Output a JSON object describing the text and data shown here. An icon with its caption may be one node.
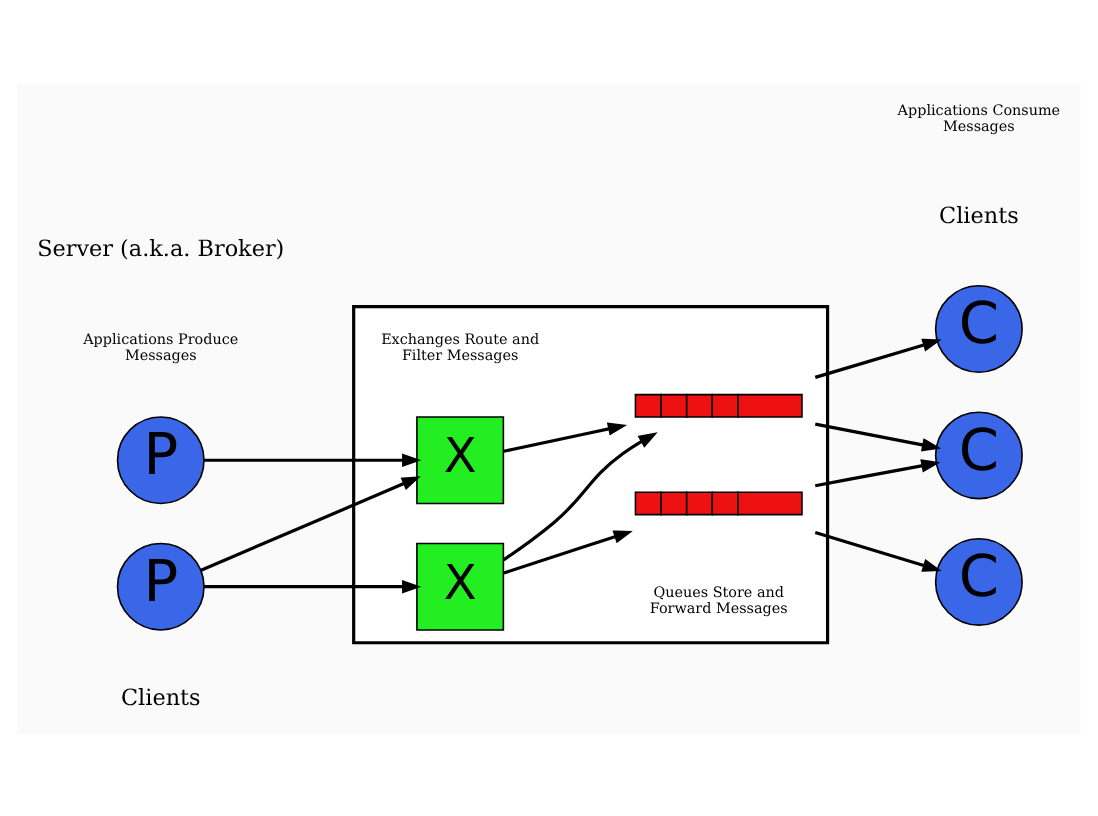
{
  "diagram": {
    "nodes": [
      {
        "text": [
          "P"
        ]
      },
      {
        "text": [
          "P"
        ]
      },
      {
        "text": [],
        "shape": "box"
      },
      {
        "text": [
          "X"
        ],
        "in": 2
      },
      {
        "text": [
          "X"
        ],
        "in": 2
      },
      {
        "text": [],
        "shape": "bar",
        "in": 2
      },
      {
        "text": [],
        "shape": "bar",
        "in": 2
      },
      {
        "text": [
          "C"
        ]
      },
      {
        "text": [
          "C"
        ]
      },
      {
        "text": [
          "C"
        ]
      }
    ],
    "edges": [
      {
        "from": 0,
        "to": 3,
        "arrow": "to"
      },
      {
        "from": 1,
        "to": 3,
        "arrow": "to"
      },
      {
        "from": 1,
        "to": 4,
        "arrow": "to"
      },
      {
        "from": 3,
        "to": 5,
        "arrow": "to"
      },
      {
        "from": 4,
        "to": 5,
        "arrow": "to"
      },
      {
        "from": 4,
        "to": 6,
        "arrow": "to"
      },
      {
        "from": 5,
        "to": 7,
        "arrow": "to"
      },
      {
        "from": 5,
        "to": 8,
        "arrow": "to"
      },
      {
        "from": 6,
        "to": 8,
        "arrow": "to"
      },
      {
        "from": 6,
        "to": 9,
        "arrow": "to"
      }
    ],
    "labels": [
      "Applications Produce Messages",
      "Exchanges Route and Filter Messages",
      "Queues Store and Forward Messages",
      "Applications Consume Messages",
      "Clients",
      "Server (a.k.a. Broker)",
      "Clients"
    ]
  }
}
